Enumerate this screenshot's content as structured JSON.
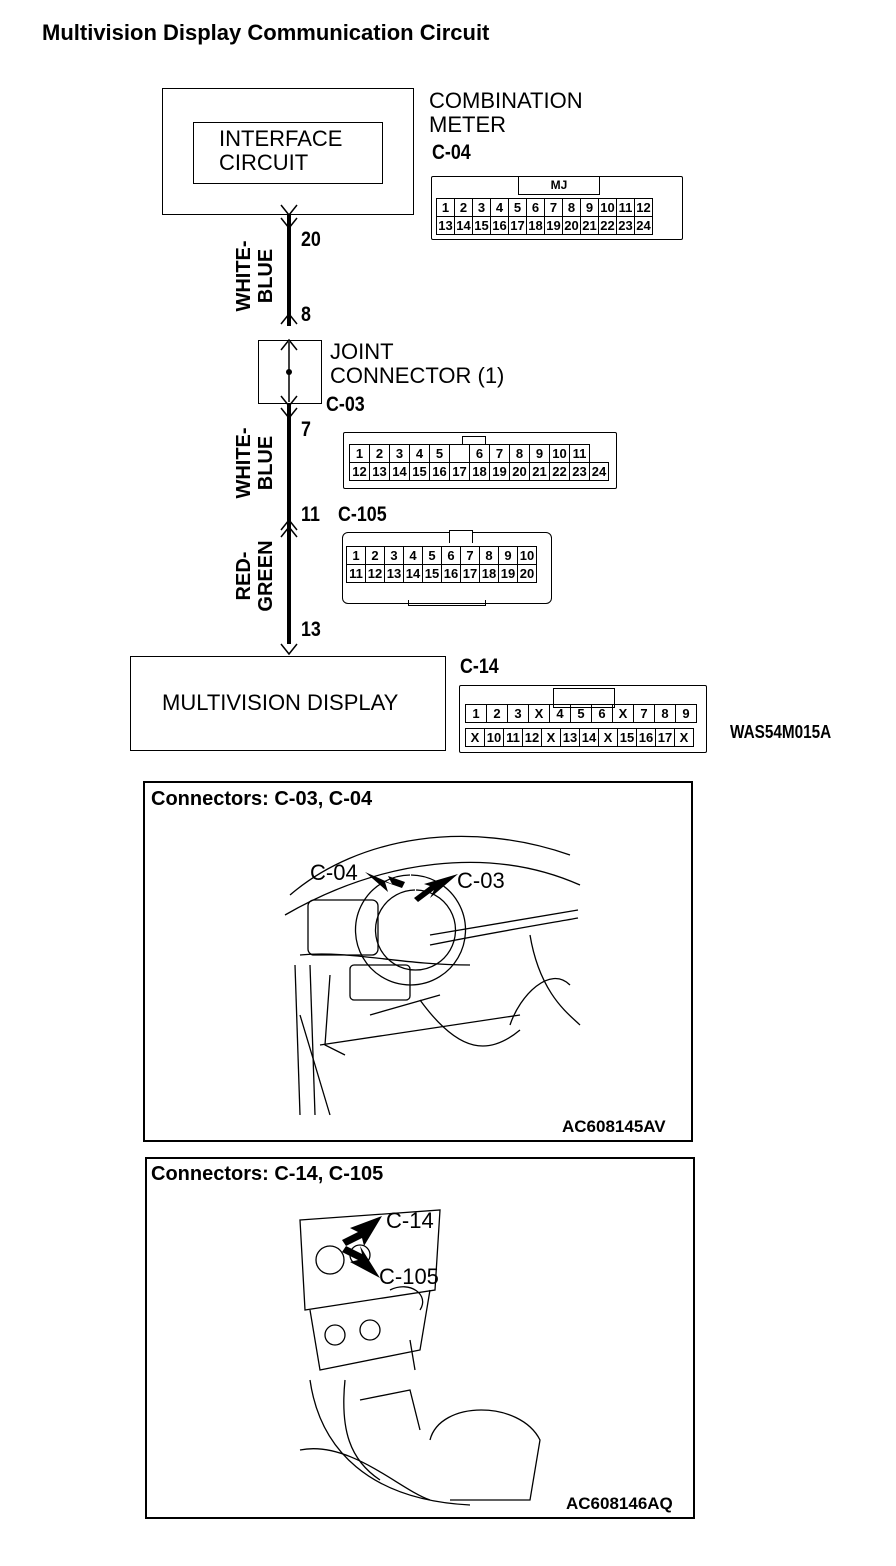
{
  "title": "Multivision Display Communication Circuit",
  "combination_meter": {
    "label_line1": "COMBINATION",
    "label_line2": "METER",
    "code": "C-04",
    "inner_line1": "INTERFACE",
    "inner_line2": "CIRCUIT",
    "pin": "20",
    "connector_tag": "MJ",
    "row1": [
      "1",
      "2",
      "3",
      "4",
      "5",
      "6",
      "7",
      "8",
      "9",
      "10",
      "11",
      "12"
    ],
    "row2": [
      "13",
      "14",
      "15",
      "16",
      "17",
      "18",
      "19",
      "20",
      "21",
      "22",
      "23",
      "24"
    ]
  },
  "wire1": {
    "color_line1": "WHITE-",
    "color_line2": "BLUE"
  },
  "joint_connector": {
    "label_line1": "JOINT",
    "label_line2": "CONNECTOR (1)",
    "code": "C-03",
    "pin_in": "8",
    "pin_out": "7",
    "row1": [
      "1",
      "2",
      "3",
      "4",
      "5",
      "",
      "6",
      "7",
      "8",
      "9",
      "10",
      "11"
    ],
    "row2": [
      "12",
      "13",
      "14",
      "15",
      "16",
      "17",
      "18",
      "19",
      "20",
      "21",
      "22",
      "23",
      "24"
    ]
  },
  "wire2": {
    "color_line1": "WHITE-",
    "color_line2": "BLUE"
  },
  "c105": {
    "code": "C-105",
    "pin": "11",
    "row1": [
      "1",
      "2",
      "3",
      "4",
      "5",
      "6",
      "7",
      "8",
      "9",
      "10"
    ],
    "row2": [
      "11",
      "12",
      "13",
      "14",
      "15",
      "16",
      "17",
      "18",
      "19",
      "20"
    ]
  },
  "wire3": {
    "color_line1": "RED-",
    "color_line2": "GREEN"
  },
  "multivision_display": {
    "label": "MULTIVISION DISPLAY",
    "code": "C-14",
    "pin": "13",
    "row1": [
      "1",
      "2",
      "3",
      "X",
      "4",
      "5",
      "6",
      "X",
      "7",
      "8",
      "9"
    ],
    "row2": [
      "X",
      "10",
      "11",
      "12",
      "X",
      "13",
      "14",
      "X",
      "15",
      "16",
      "17",
      "X"
    ]
  },
  "diagram_ref": "WAS54M015A",
  "photo1": {
    "title": "Connectors: C-03, C-04",
    "callout_a": "C-04",
    "callout_b": "C-03",
    "ref": "AC608145AV"
  },
  "photo2": {
    "title": "Connectors: C-14, C-105",
    "callout_a": "C-14",
    "callout_b": "C-105",
    "ref": "AC608146AQ"
  }
}
